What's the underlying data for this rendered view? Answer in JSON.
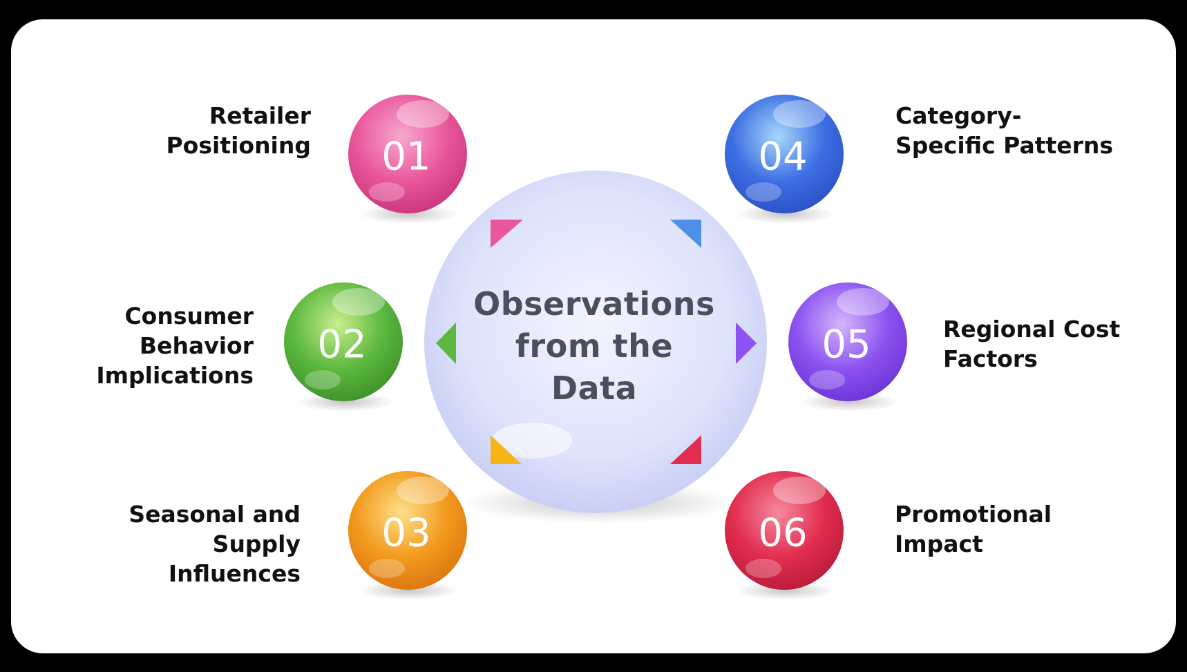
{
  "center": {
    "title_lines": [
      "Observations",
      "from the",
      "Data"
    ]
  },
  "items": [
    {
      "number": "01",
      "lines": [
        "Retailer",
        "Positioning"
      ],
      "color": "#e9579b",
      "icon": "pink-sphere"
    },
    {
      "number": "02",
      "lines": [
        "Consumer",
        "Behavior",
        "Implications"
      ],
      "color": "#5cb83e",
      "icon": "green-sphere"
    },
    {
      "number": "03",
      "lines": [
        "Seasonal and",
        "Supply",
        "Influences"
      ],
      "color": "#f29a1d",
      "icon": "orange-sphere"
    },
    {
      "number": "04",
      "lines": [
        "Category-",
        "Specific Patterns"
      ],
      "color": "#3d6fe3",
      "icon": "blue-sphere"
    },
    {
      "number": "05",
      "lines": [
        "Regional Cost",
        "Factors"
      ],
      "color": "#8d53f0",
      "icon": "purple-sphere"
    },
    {
      "number": "06",
      "lines": [
        "Promotional",
        "Impact"
      ],
      "color": "#e12d4f",
      "icon": "red-sphere"
    }
  ],
  "pointer_colors": {
    "top_left": "#e9579b",
    "top_right": "#4f90e6",
    "left": "#5cb83e",
    "right": "#8d53f0",
    "bottom_left": "#f5b516",
    "bottom_right": "#e12d4f"
  }
}
